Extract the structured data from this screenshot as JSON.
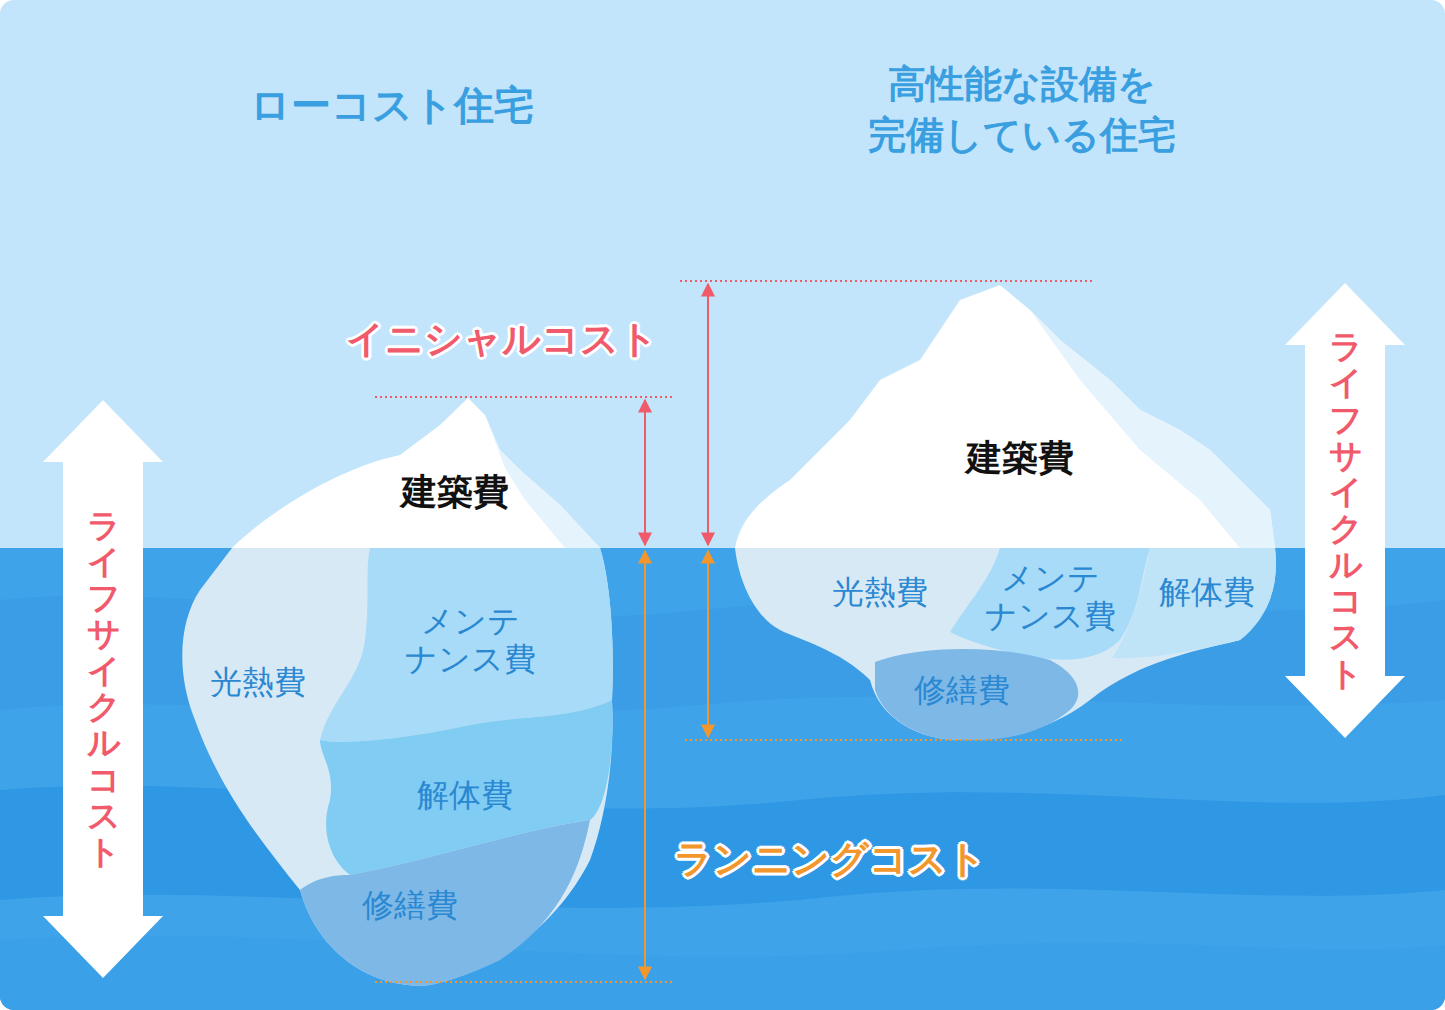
{
  "diagram": {
    "nodes": [
      {
        "text": [
          "ライフサイクルコスト"
        ]
      },
      {
        "text": [
          "建築費"
        ]
      },
      {
        "text": [
          "光熱費"
        ]
      },
      {
        "text": [
          "メンテ ナンス費"
        ]
      },
      {
        "text": [
          "解体費"
        ]
      },
      {
        "text": [
          "修繕費"
        ]
      },
      {
        "text": [
          "建築費"
        ]
      },
      {
        "text": [
          "光熱費"
        ]
      },
      {
        "text": [
          "メンテ ナンス費"
        ]
      },
      {
        "text": [
          "解体費"
        ]
      },
      {
        "text": [
          "修繕費"
        ]
      },
      {
        "text": [
          "ライフサイクルコスト"
        ]
      }
    ],
    "labels": [
      "ローコスト住宅",
      "高性能な設備を 完備している住宅",
      "イニシャルコスト",
      "ランニングコスト"
    ]
  }
}
